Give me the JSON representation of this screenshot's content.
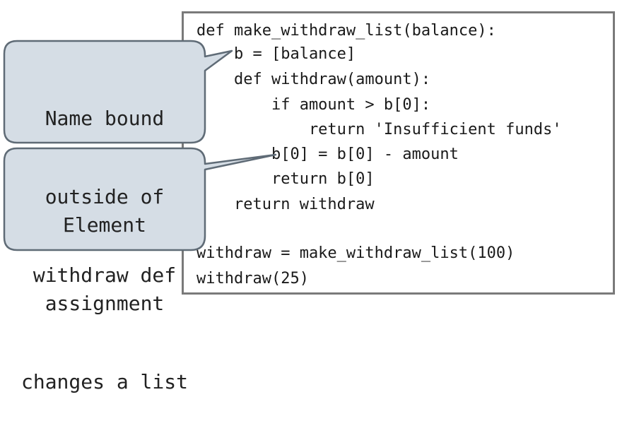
{
  "code": {
    "lines": [
      "def make_withdraw_list(balance):",
      "    b = [balance]",
      "    def withdraw(amount):",
      "        if amount > b[0]:",
      "            return 'Insufficient funds'",
      "        b[0] = b[0] - amount",
      "        return b[0]",
      "    return withdraw",
      "",
      "withdraw = make_withdraw_list(100)",
      "withdraw(25)"
    ]
  },
  "callouts": [
    {
      "lines": [
        "Name bound",
        "outside of",
        "withdraw def"
      ]
    },
    {
      "lines": [
        "Element",
        "assignment",
        "changes a list"
      ]
    }
  ],
  "colors": {
    "callout_fill": "#d5dde5",
    "callout_stroke": "#5f6b76",
    "box_border": "#7a7a7a",
    "text": "#1a1a1a"
  }
}
